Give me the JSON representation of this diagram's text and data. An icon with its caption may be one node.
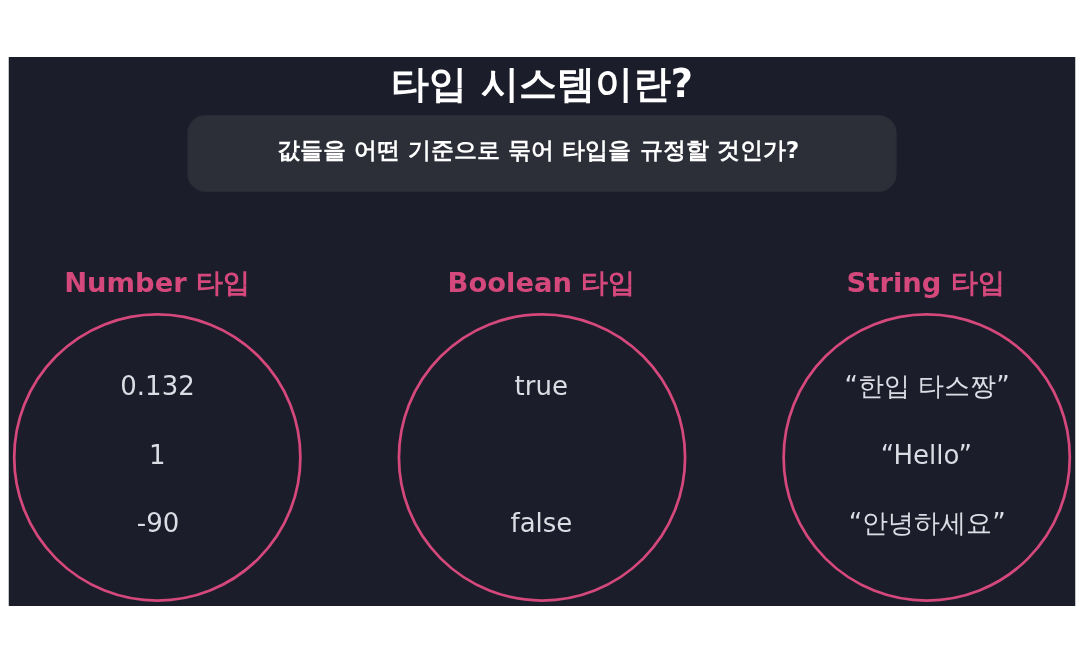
{
  "diagram": {
    "title": "타입 시스템이란?",
    "nodes": [
      {
        "text": [
          "값들을 어떤 기준으로 묶어 타입을 규정할 것인가?"
        ]
      },
      {
        "text": [
          "Number 타입",
          "0.132",
          "1",
          "-90"
        ]
      },
      {
        "text": [
          "Boolean 타입",
          "true",
          "false"
        ]
      },
      {
        "text": [
          "String 타입",
          "“한입 타스짱”",
          "“Hello”",
          "“안녕하세요”"
        ]
      }
    ],
    "edges": []
  }
}
